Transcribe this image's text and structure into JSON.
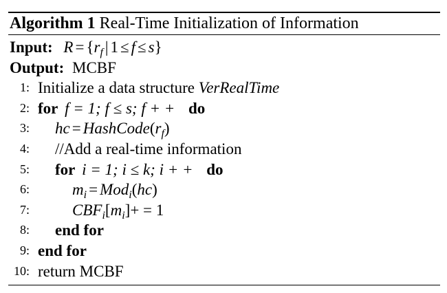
{
  "algorithm": {
    "label": "Algorithm 1",
    "title": "Real-Time Initialization of Information",
    "input_label": "Input:",
    "output_label": "Output:",
    "output_value": "MCBF",
    "input_math": {
      "var": "R",
      "eq": "=",
      "lbrace": "{",
      "r": "r",
      "r_sub": "f",
      "bar": "|",
      "one": "1",
      "leq1": "≤",
      "f": "f",
      "leq2": "≤",
      "s": "s",
      "rbrace": "}"
    },
    "lines": [
      {
        "num": "1:",
        "text": "Initialize a data structure",
        "ital": "VerRealTime"
      },
      {
        "num": "2:",
        "kw_for": "for",
        "math": "f = 1; f ≤ s; f + +",
        "kw_do": "do"
      },
      {
        "num": "3:",
        "lhs": "hc",
        "eq": "=",
        "fn": "HashCode",
        "arg": "r",
        "arg_sub": "f"
      },
      {
        "num": "4:",
        "text": "//Add a real-time information"
      },
      {
        "num": "5:",
        "kw_for": "for",
        "math": "i = 1; i ≤ k; i + +",
        "kw_do": "do"
      },
      {
        "num": "6:",
        "lhs": "m",
        "lhs_sub": "i",
        "eq": "=",
        "fn": "Mod",
        "fn_sub": "i",
        "arg": "hc"
      },
      {
        "num": "7:",
        "lhs": "CBF",
        "lhs_sub": "i",
        "idx": "m",
        "idx_sub": "i",
        "rest": "+ = 1"
      },
      {
        "num": "8:",
        "kw": "end for"
      },
      {
        "num": "9:",
        "kw": "end for"
      },
      {
        "num": "10:",
        "text": "return MCBF"
      }
    ]
  }
}
